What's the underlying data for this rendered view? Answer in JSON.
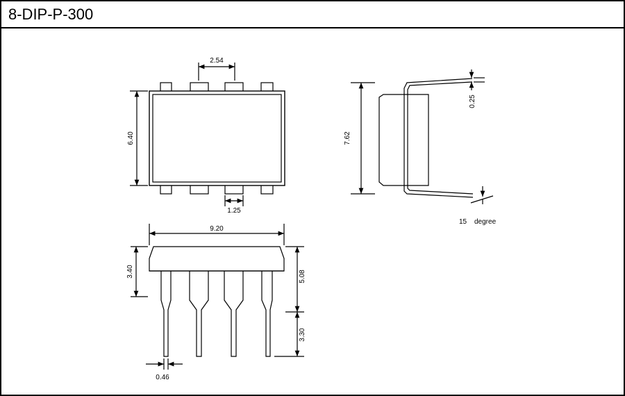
{
  "title": "8-DIP-P-300",
  "dimensions": {
    "pin_pitch": "2.54",
    "body_width": "6.40",
    "pin_width_top": "1.25",
    "lead_span": "7.62",
    "lead_thickness": "0.25",
    "lead_angle_value": "15",
    "lead_angle_unit": "degree",
    "body_length": "9.20",
    "body_height": "3.40",
    "seated_height": "5.08",
    "lead_length": "3.30",
    "lead_width": "0.46"
  }
}
